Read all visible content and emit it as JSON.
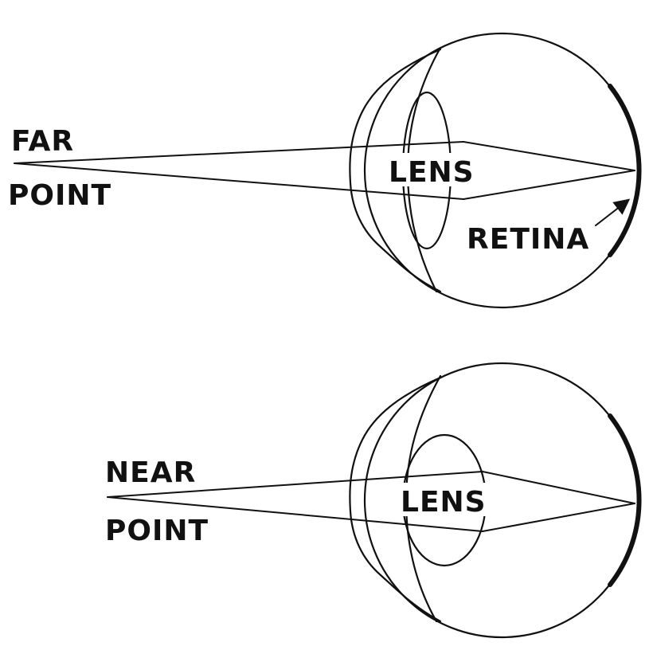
{
  "far_diagram": {
    "point_label_line1": "FAR",
    "point_label_line2": "POINT",
    "lens_label": "LENS",
    "retina_label": "RETINA"
  },
  "near_diagram": {
    "point_label_line1": "NEAR",
    "point_label_line2": "POINT",
    "lens_label": "LENS"
  },
  "colors": {
    "line": "#111111",
    "background": "#ffffff"
  }
}
